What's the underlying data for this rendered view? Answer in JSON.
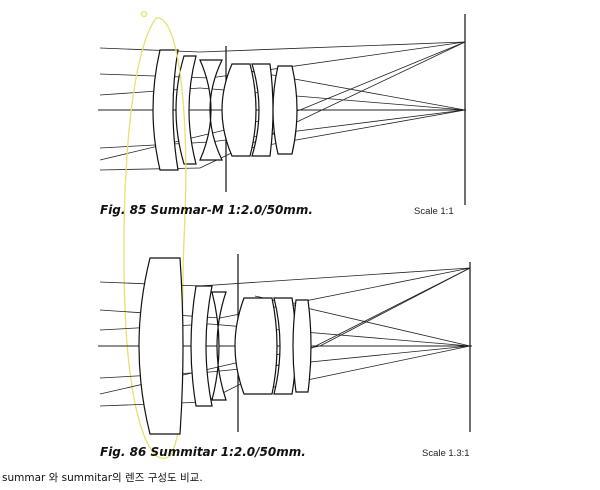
{
  "figures": [
    {
      "caption": "Fig. 85 Summar-M 1:2.0/50mm.",
      "scale": "Scale 1:1"
    },
    {
      "caption": "Fig. 86 Summitar 1:2.0/50mm.",
      "scale": "Scale 1.3:1"
    }
  ],
  "footer_caption": "summar 와 summitar의 렌즈 구성도 비교.",
  "colors": {
    "line": "#111111",
    "highlight": "#e8e070"
  }
}
